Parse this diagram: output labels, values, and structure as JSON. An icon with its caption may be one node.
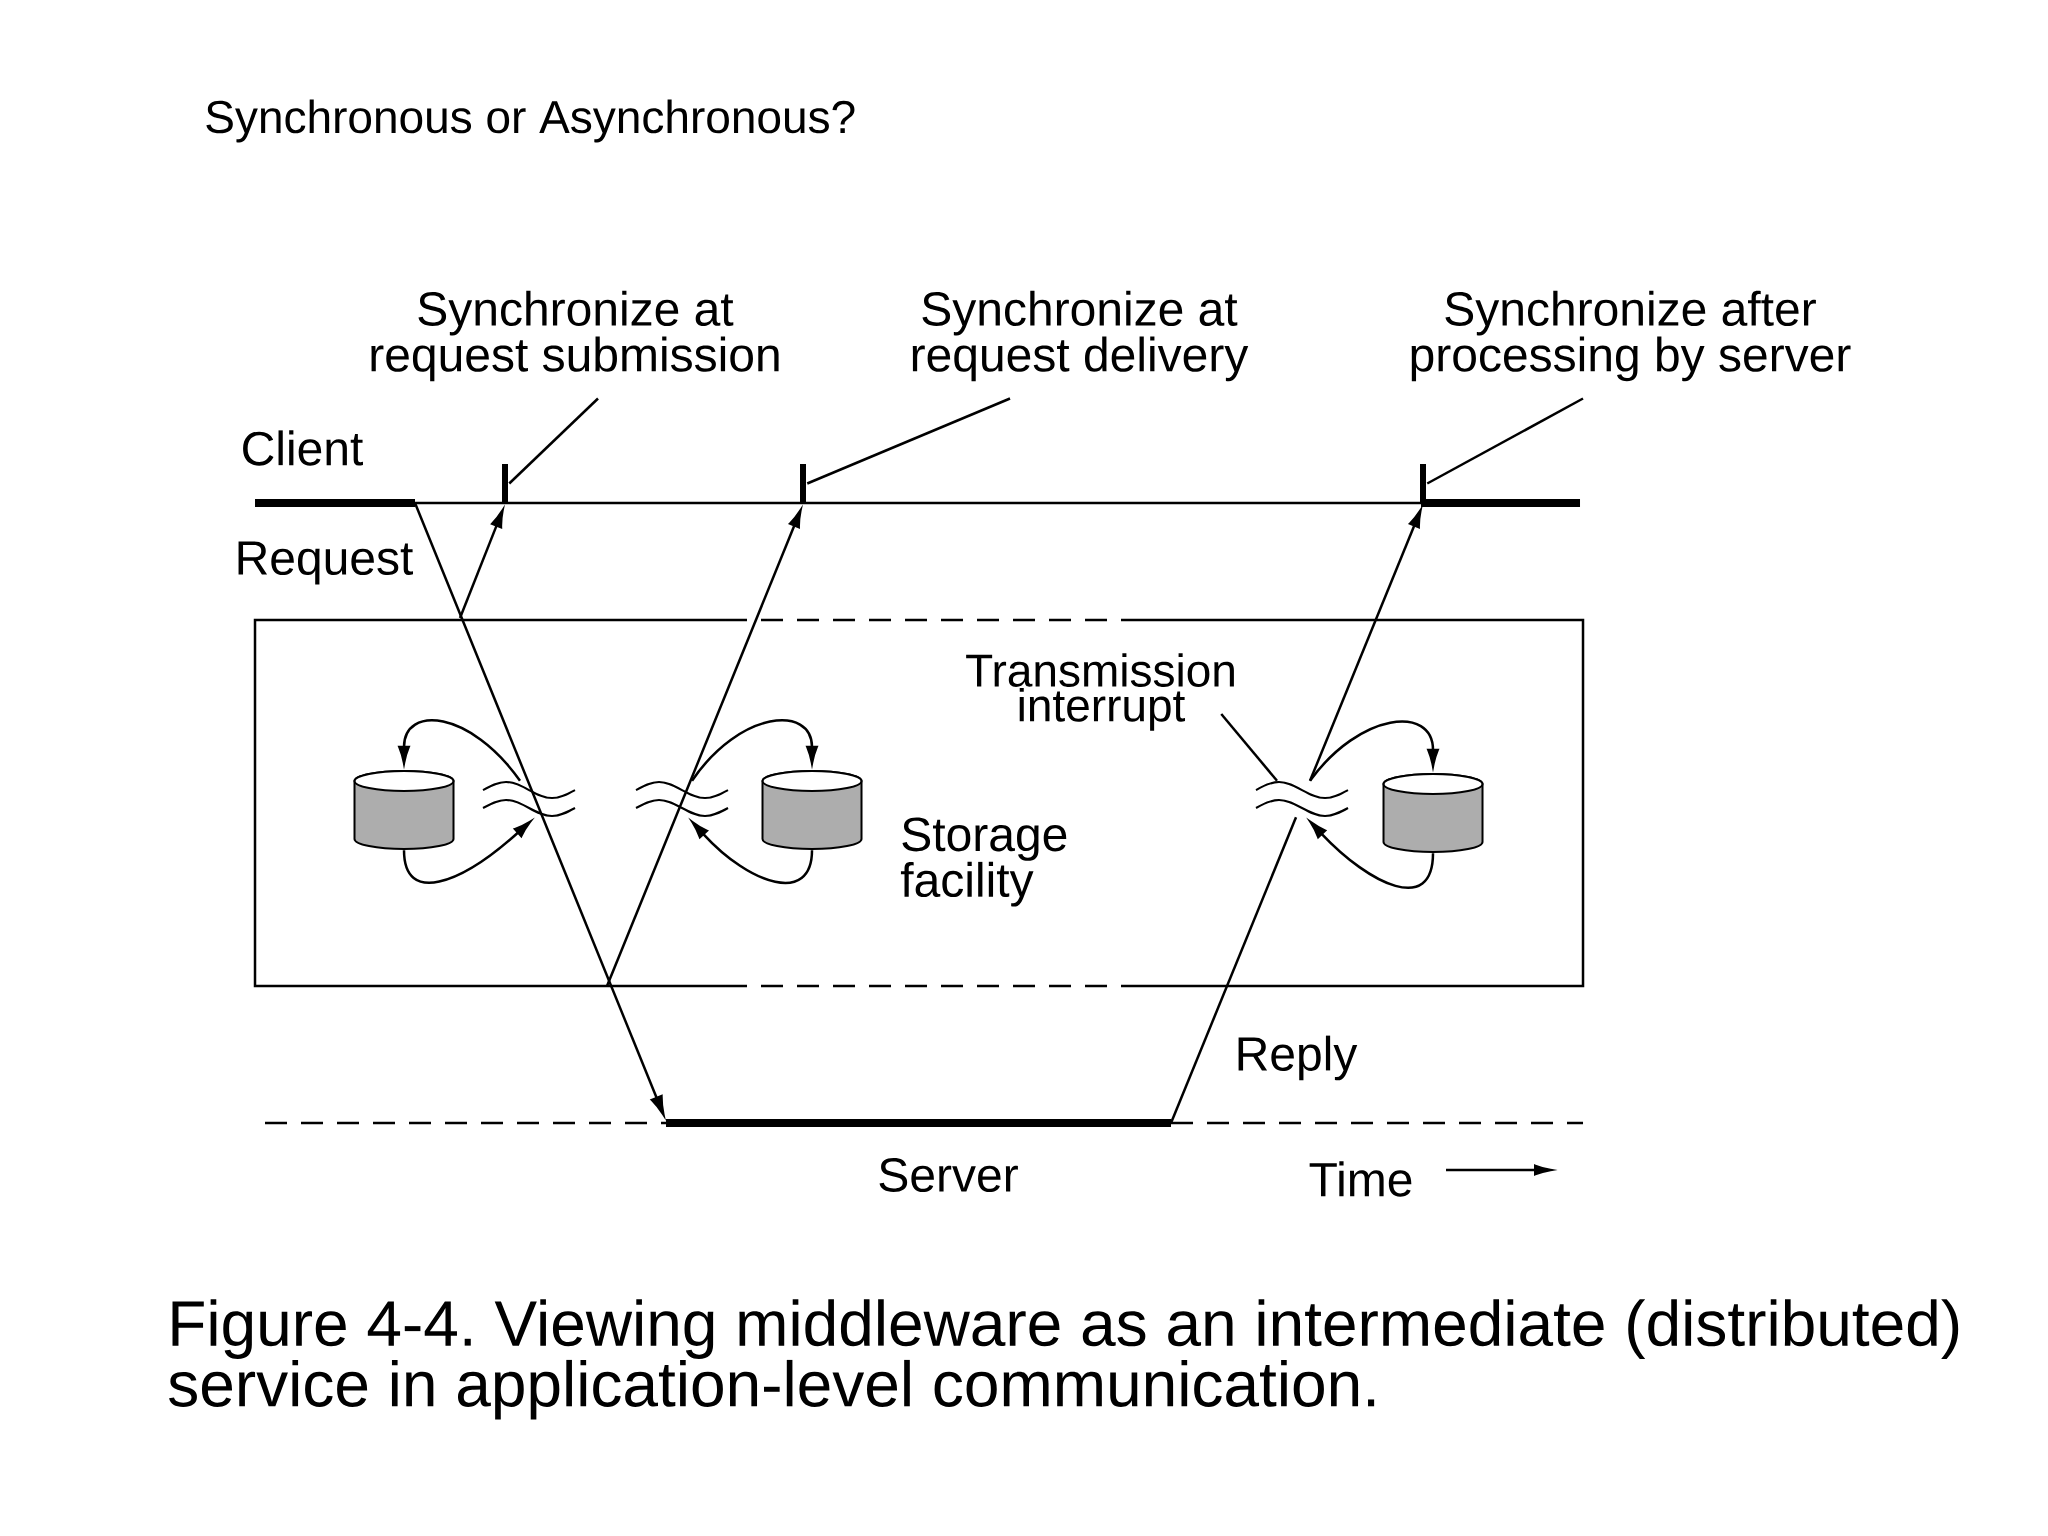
{
  "diagram": {
    "title": "Synchronous or Asynchronous?",
    "caption": "Figure 4-4. Viewing middleware as an intermediate (distributed) service in application-level communication.",
    "nodes": [
      {
        "text": [
          "Synchronize at request submission"
        ]
      },
      {
        "text": [
          "Synchronize at request delivery"
        ]
      },
      {
        "text": [
          "Synchronize after processing by server"
        ]
      },
      {
        "text": [],
        "shape": "bar"
      },
      {
        "text": [],
        "shape": "bar"
      },
      {
        "text": [],
        "shape": "bar"
      },
      {
        "text": [
          "Transmission interrupt"
        ]
      },
      {
        "text": [],
        "shape": "cylinder"
      },
      {
        "text": [],
        "shape": "cylinder"
      },
      {
        "text": [],
        "shape": "cylinder"
      },
      {
        "text": [],
        "shape": "wave"
      },
      {
        "text": [],
        "shape": "wave"
      },
      {
        "text": [],
        "shape": "wave"
      }
    ],
    "edges": [
      {
        "from": 0,
        "to": 3,
        "arrow": "none"
      },
      {
        "from": 1,
        "to": 4,
        "arrow": "none"
      },
      {
        "from": 2,
        "to": 5,
        "arrow": "none"
      },
      {
        "from": null,
        "to": 3,
        "arrow": "to"
      },
      {
        "from": null,
        "to": 4,
        "arrow": "to"
      },
      {
        "from": 12,
        "to": 5,
        "arrow": "to"
      },
      {
        "from": 6,
        "to": 12,
        "arrow": "none"
      },
      {
        "from": 10,
        "to": 7,
        "arrow": "to"
      },
      {
        "from": 7,
        "to": 10,
        "arrow": "to"
      },
      {
        "from": 11,
        "to": 8,
        "arrow": "to"
      },
      {
        "from": 8,
        "to": 11,
        "arrow": "to"
      },
      {
        "from": 12,
        "to": 9,
        "arrow": "to"
      },
      {
        "from": 9,
        "to": 12,
        "arrow": "to"
      },
      {
        "from": null,
        "to": 12,
        "arrow": "none"
      }
    ],
    "labels": [
      "Client",
      "Request",
      "Storage facility",
      "Reply",
      "Server",
      "Time"
    ]
  }
}
